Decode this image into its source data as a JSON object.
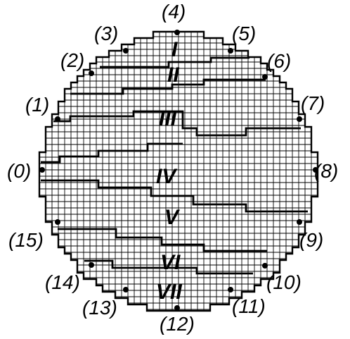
{
  "diagram": {
    "point_labels": [
      "(0)",
      "(1)",
      "(2)",
      "(3)",
      "(4)",
      "(5)",
      "(6)",
      "(7)",
      "(8)",
      "(9)",
      "(10)",
      "(11)",
      "(12)",
      "(13)",
      "(14)",
      "(15)"
    ],
    "region_labels": [
      "I",
      "II",
      "III",
      "IV",
      "V",
      "VI",
      "VII"
    ],
    "colors": {
      "ink": "#000000",
      "background": "#ffffff"
    }
  }
}
